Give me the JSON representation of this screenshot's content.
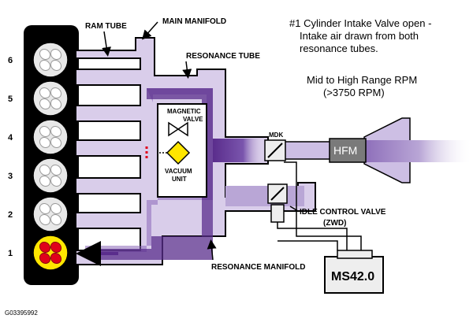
{
  "labels": {
    "ram_tube": "RAM TUBE",
    "main_manifold": "MAIN MANIFOLD",
    "resonance_tube": "RESONANCE TUBE",
    "magnetic_valve_line1": "MAGNETIC",
    "magnetic_valve_line2": "VALVE",
    "vacuum_unit_line1": "VACUUM",
    "vacuum_unit_line2": "UNIT",
    "mdk": "MDK",
    "hfm": "HFM",
    "idle_control_valve": "IDLE CONTROL VALVE",
    "zwd": "(ZWD)",
    "resonance_manifold": "RESONANCE MANIFOLD",
    "ecu": "MS42.0",
    "figure_code": "G03395992"
  },
  "description": {
    "line1": "#1 Cylinder Intake Valve open -",
    "line2": "Intake air drawn from both",
    "line3": "resonance tubes.",
    "line4": "Mid to High Range RPM",
    "line5": "(>3750 RPM)"
  },
  "cylinders": [
    "6",
    "5",
    "4",
    "3",
    "2",
    "1"
  ],
  "active_cylinder": "1",
  "colors": {
    "engine_block": "#000000",
    "manifold_fill": "#d9cdea",
    "manifold_stroke": "#000000",
    "airflow_dark": "#5a2d8c",
    "airflow_mid": "#8a68b8",
    "valve_yellow": "#ffe600",
    "active_cylinder": "#ffe600",
    "active_valves": "#e0001a",
    "inactive_cylinder": "#e8e8e8"
  }
}
